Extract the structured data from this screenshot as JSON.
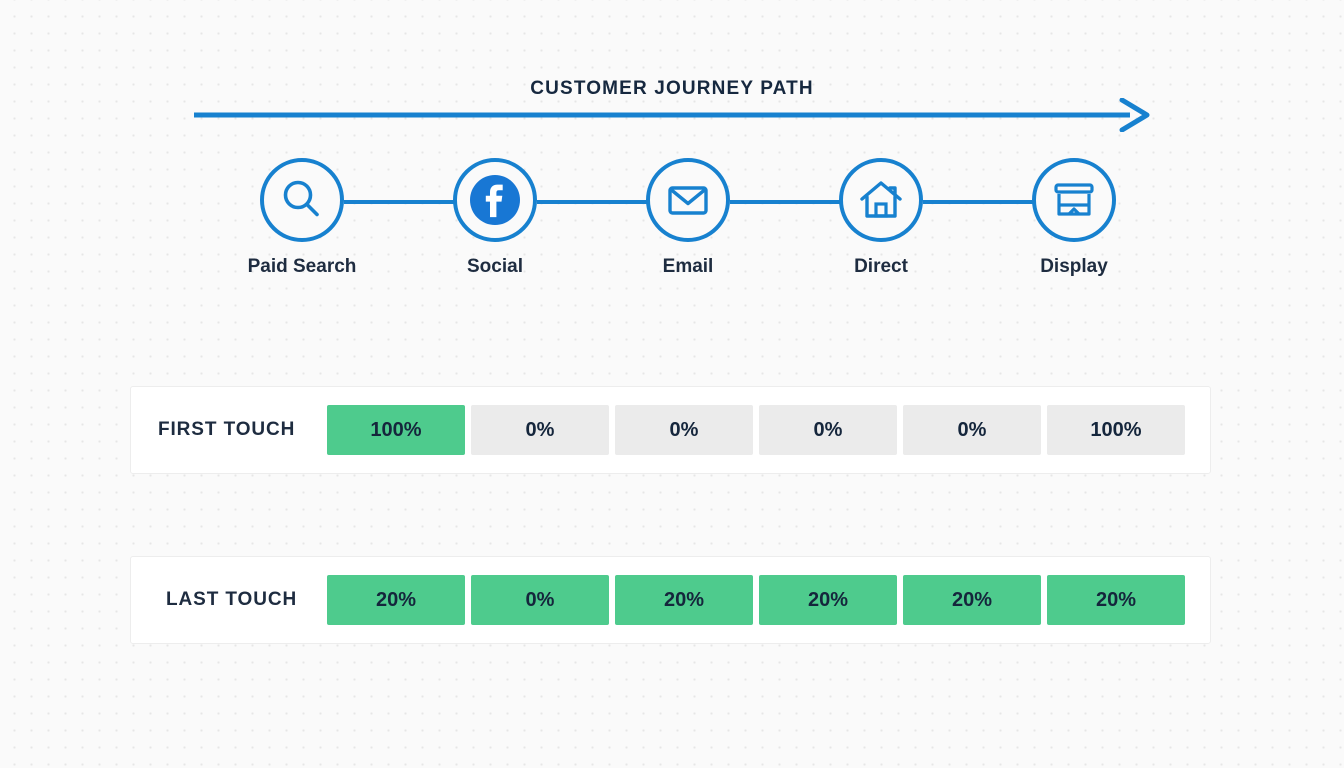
{
  "diagram": {
    "title": "CUSTOMER JOURNEY PATH",
    "arrow_icon": "right-arrow-icon",
    "accent_color": "#1781cf",
    "green_color": "#4ecb8d",
    "gray_color": "#ebebeb",
    "text_color": "#1e2c40",
    "background_color": "#fafafa"
  },
  "steps": [
    {
      "label": "Paid Search",
      "icon": "magnifier-icon"
    },
    {
      "label": "Social",
      "icon": "facebook-icon"
    },
    {
      "label": "Email",
      "icon": "envelope-icon"
    },
    {
      "label": "Direct",
      "icon": "house-icon"
    },
    {
      "label": "Display",
      "icon": "storefront-icon"
    }
  ],
  "chart_data": {
    "type": "table",
    "title": "CUSTOMER JOURNEY PATH",
    "categories": [
      "Paid Search",
      "Social",
      "Email",
      "Direct",
      "Display"
    ],
    "rows": [
      {
        "label": "FIRST TOUCH",
        "cells": [
          {
            "value": "100%",
            "numeric": 100,
            "style": "green"
          },
          {
            "value": "0%",
            "numeric": 0,
            "style": "gray"
          },
          {
            "value": "0%",
            "numeric": 0,
            "style": "gray"
          },
          {
            "value": "0%",
            "numeric": 0,
            "style": "gray"
          },
          {
            "value": "0%",
            "numeric": 0,
            "style": "gray"
          },
          {
            "value": "100%",
            "numeric": 100,
            "style": "gray"
          }
        ]
      },
      {
        "label": "LAST TOUCH",
        "cells": [
          {
            "value": "20%",
            "numeric": 20,
            "style": "green"
          },
          {
            "value": "0%",
            "numeric": 0,
            "style": "green"
          },
          {
            "value": "20%",
            "numeric": 20,
            "style": "green"
          },
          {
            "value": "20%",
            "numeric": 20,
            "style": "green"
          },
          {
            "value": "20%",
            "numeric": 20,
            "style": "green"
          },
          {
            "value": "20%",
            "numeric": 20,
            "style": "green"
          }
        ]
      }
    ]
  }
}
